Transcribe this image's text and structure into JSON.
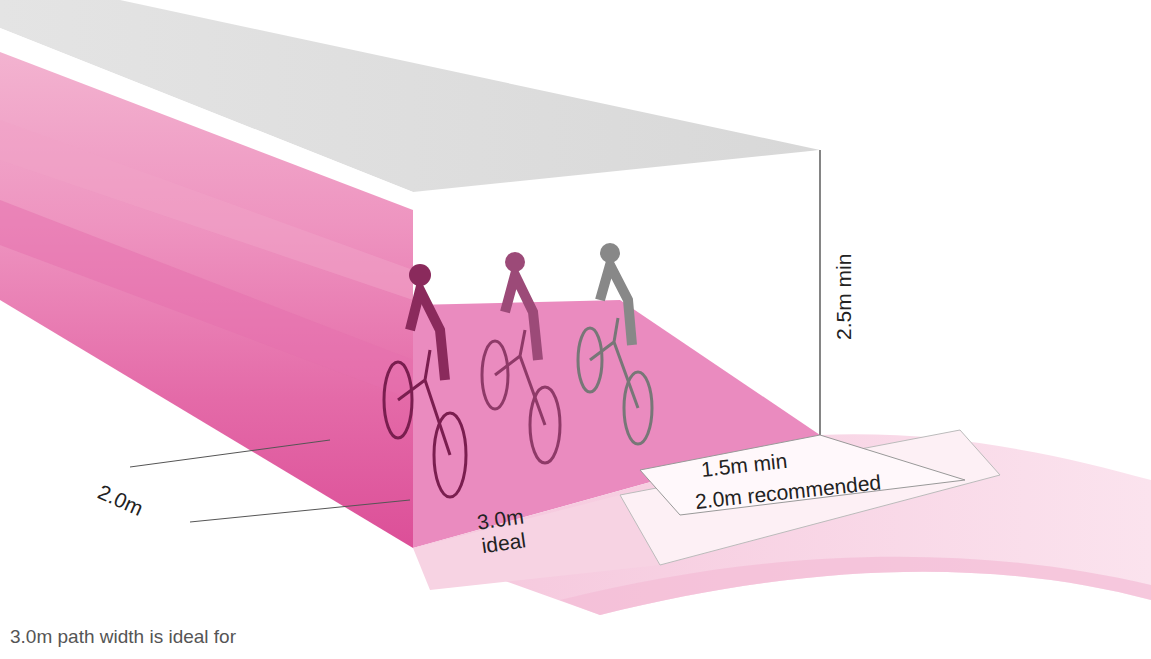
{
  "diagram": {
    "caption": "3.0m path width is ideal for",
    "labels": [
      "2.5m min",
      "1.5m min",
      "2.0m recommended",
      "3.0m ideal",
      "2.0m"
    ]
  }
}
